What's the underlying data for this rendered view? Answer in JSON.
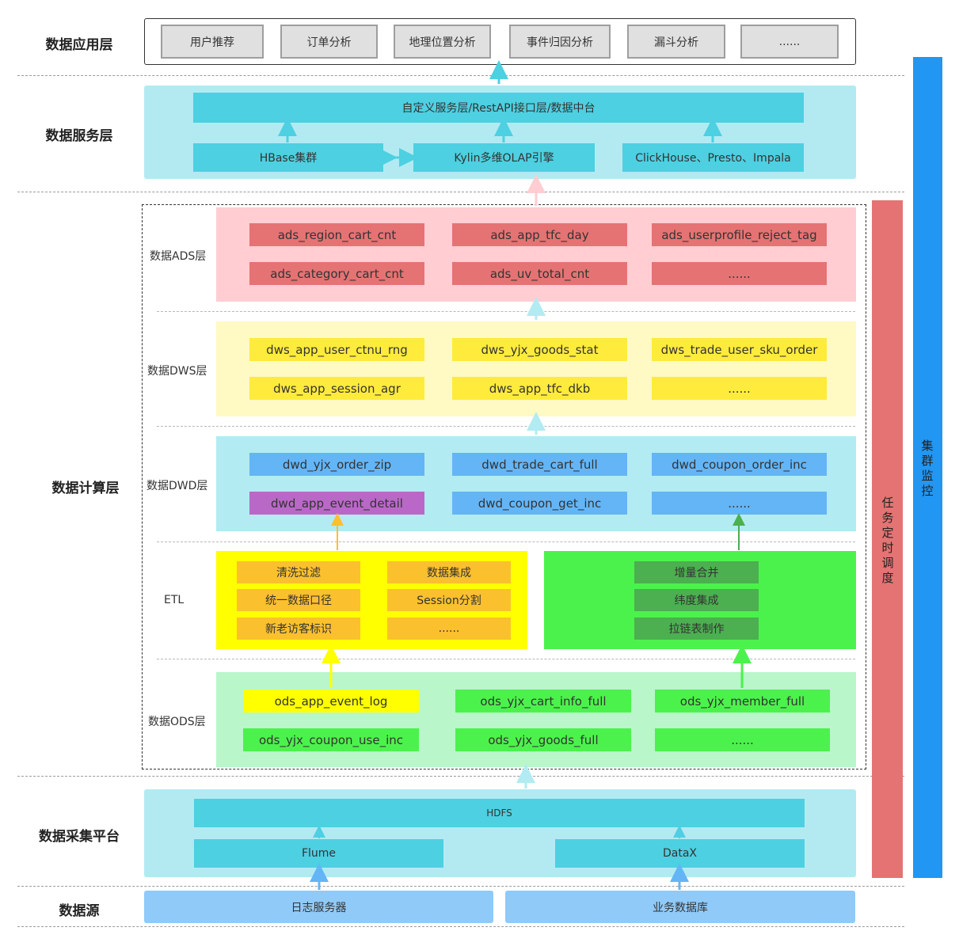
{
  "layers": {
    "app": "数据应用层",
    "service": "数据服务层",
    "compute": "数据计算层",
    "collect": "数据采集平台",
    "source": "数据源"
  },
  "app_items": [
    "用户推荐",
    "订单分析",
    "地理位置分析",
    "事件归因分析",
    "漏斗分析",
    "......"
  ],
  "service": {
    "top": "自定义服务层/RestAPI接口层/数据中台",
    "hbase": "HBase集群",
    "kylin": "Kylin多维OLAP引擎",
    "click": "ClickHouse、Presto、Impala"
  },
  "compute_labels": {
    "ads": "数据ADS层",
    "dws": "数据DWS层",
    "dwd": "数据DWD层",
    "etl": "ETL",
    "ods": "数据ODS层"
  },
  "ads": [
    "ads_region_cart_cnt",
    "ads_app_tfc_day",
    "ads_userprofile_reject_tag",
    "ads_category_cart_cnt",
    "ads_uv_total_cnt",
    "......"
  ],
  "dws": [
    "dws_app_user_ctnu_rng",
    "dws_yjx_goods_stat",
    "dws_trade_user_sku_order",
    "dws_app_session_agr",
    "dws_app_tfc_dkb",
    "......"
  ],
  "dwd": [
    "dwd_yjx_order_zip",
    "dwd_trade_cart_full",
    "dwd_coupon_order_inc",
    "dwd_app_event_detail",
    "dwd_coupon_get_inc",
    "......"
  ],
  "etl_left": [
    "清洗过滤",
    "数据集成",
    "统一数据口径",
    "Session分割",
    "新老访客标识",
    "......"
  ],
  "etl_right": [
    "增量合并",
    "纬度集成",
    "拉链表制作"
  ],
  "ods": [
    "ods_app_event_log",
    "ods_yjx_cart_info_full",
    "ods_yjx_member_full",
    "ods_yjx_coupon_use_inc",
    "ods_yjx_goods_full",
    "......"
  ],
  "collect": {
    "hdfs": "HDFS",
    "flume": "Flume",
    "datax": "DataX"
  },
  "source": {
    "log": "日志服务器",
    "db": "业务数据库"
  },
  "schedule": "任务定时调度",
  "monitor": "集群监控",
  "colors": {
    "cyan_bg": "#b3eaf2",
    "cyan_box": "#4dd0e1",
    "ads_bg": "#ffcdd2",
    "ads_box": "#e57373",
    "dws_bg": "#fff9c4",
    "dws_box": "#ffeb3b",
    "dwd_bg": "#b2ebf2",
    "dwd_box": "#64b5f6",
    "dwd_purple": "#ba68c8",
    "etl_yellow": "#ffff00",
    "etl_orange": "#fbc02d",
    "etl_green": "#4cf24c",
    "etl_dkgreen": "#4caf50",
    "ods_bg": "#b9f6ca",
    "ods_box": "#4cf24c",
    "source_box": "#90caf9",
    "schedule": "#e57373",
    "monitor": "#2196f3"
  }
}
